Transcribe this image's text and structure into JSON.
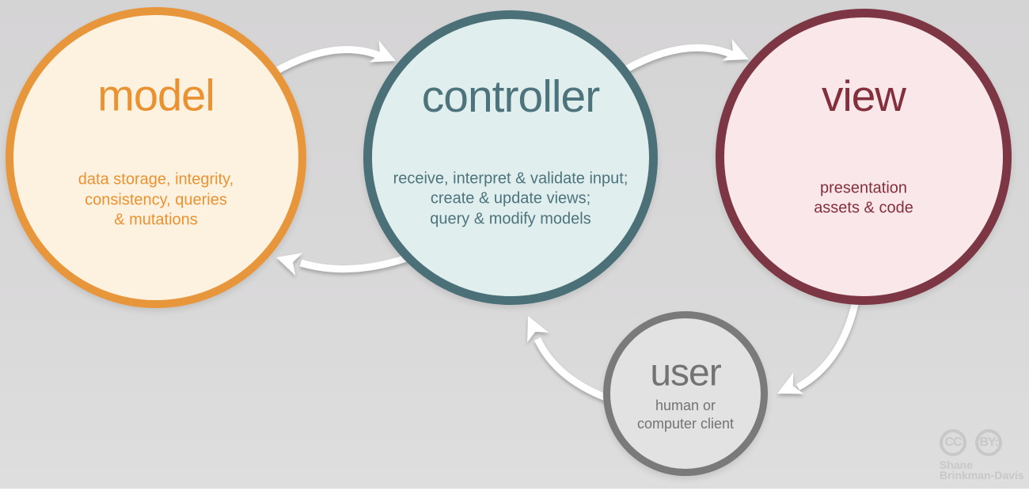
{
  "nodes": {
    "model": {
      "label": "model",
      "description": "data storage, integrity,\nconsistency, queries\n& mutations",
      "border_color": "#E8963C",
      "fill_color": "#FCF2DF",
      "text_color": "#EA9232"
    },
    "controller": {
      "label": "controller",
      "description": "receive, interpret & validate input;\ncreate & update views;\nquery & modify models",
      "border_color": "#4B7077",
      "fill_color": "#E0EFEE",
      "text_color": "#4D737C"
    },
    "view": {
      "label": "view",
      "description": "presentation\nassets & code",
      "border_color": "#7C3644",
      "fill_color": "#F9E7E9",
      "text_color": "#84303C"
    },
    "user": {
      "label": "user",
      "description": "human or\ncomputer client",
      "border_color": "#7A7A7A",
      "fill_color": "#E2E2E2",
      "text_color": "#737373"
    }
  },
  "arrows": {
    "color": "#FFFFFF",
    "items": [
      "model-to-controller",
      "controller-to-view",
      "controller-to-model",
      "view-to-user",
      "user-to-controller"
    ]
  },
  "attribution": {
    "cc_label": "CC",
    "by_label": "BY:",
    "name": "Shane\nBrinkman-Davis",
    "color": "#C8C8C8"
  },
  "background": {
    "top": "#D5D4D5",
    "bottom": "#DEDEDE"
  }
}
